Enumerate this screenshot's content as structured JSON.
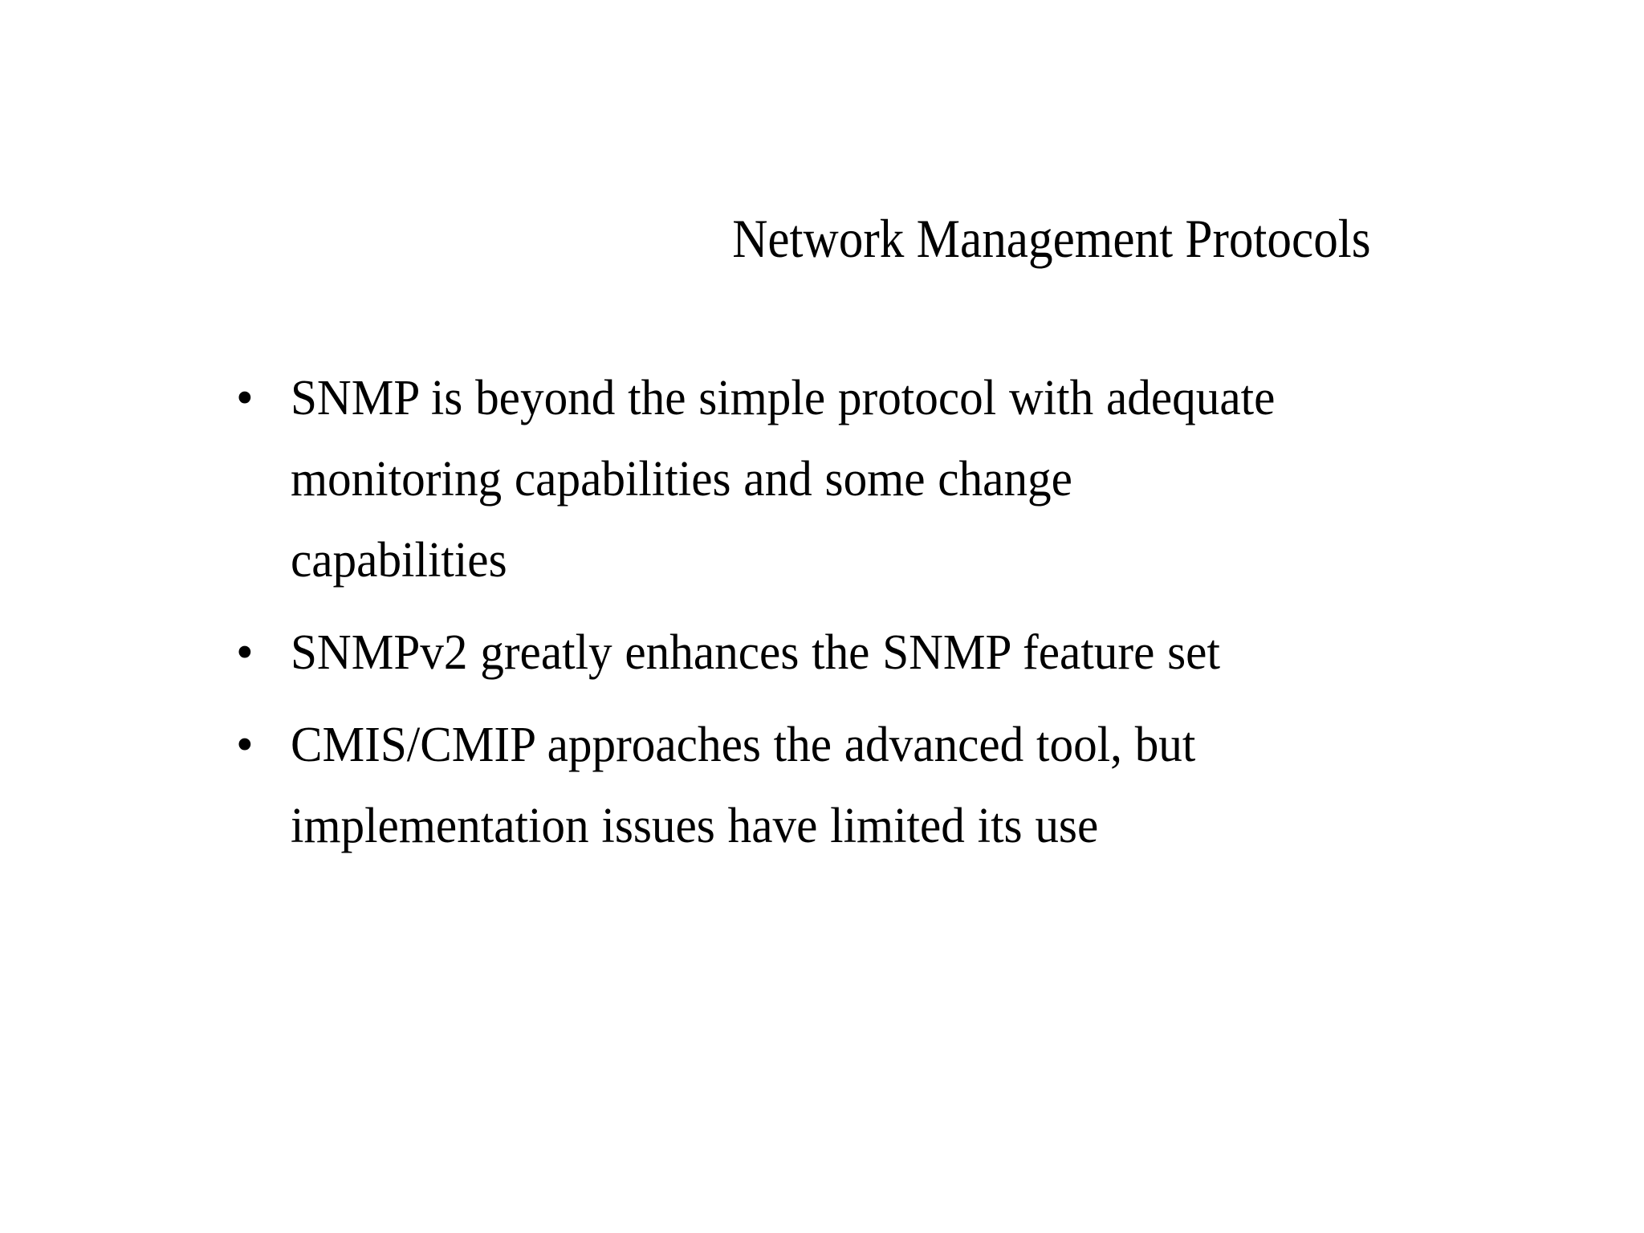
{
  "slide": {
    "background_color": "#ffffff",
    "text_color": "#000000",
    "title": "Network Management Protocols",
    "bullet_marker": "•",
    "bullets": [
      {
        "text": "SNMP is beyond the simple protocol with adequate monitoring capabilities and some change capabilities",
        "lines": [
          "SNMP is beyond the simple protocol with adequate",
          "monitoring capabilities and some change",
          "capabilities"
        ]
      },
      {
        "text": "SNMPv2 greatly enhances the SNMP feature set",
        "lines": [
          "SNMPv2 greatly enhances the SNMP feature set"
        ]
      },
      {
        "text": "CMIS/CMIP approaches the advanced tool, but implementation issues have limited its use",
        "lines": [
          "CMIS/CMIP approaches the advanced tool, but",
          "implementation issues have limited its use"
        ]
      }
    ]
  }
}
